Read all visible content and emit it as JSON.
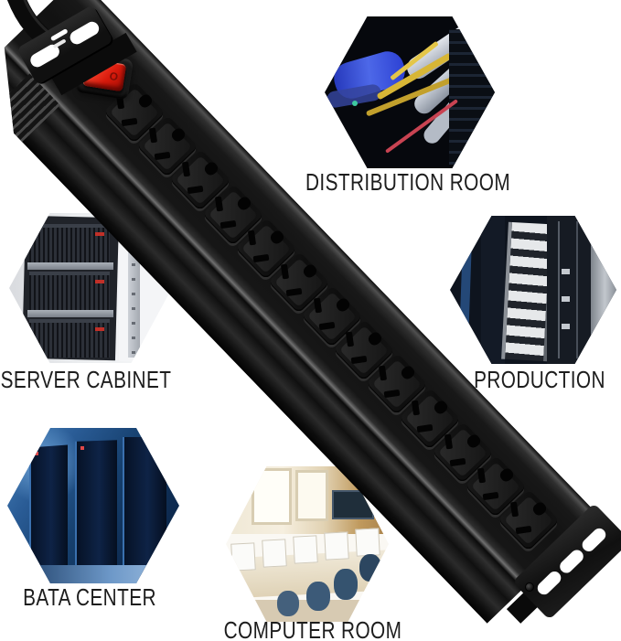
{
  "image_type": "product marketing collage",
  "product": {
    "name": "rack-mount power strip (PDU)",
    "outlets": {
      "count": 13,
      "style": "NEMA 5-15R"
    },
    "power_switch": {
      "symbols": [
        "‒",
        "O"
      ],
      "color_hex": "#e02a1a"
    },
    "mounting": {
      "top_bracket_holes": 2,
      "bottom_bracket_holes": 3
    }
  },
  "scenes": [
    {
      "id": "distribution-room",
      "label": "DISTRIBUTION ROOM"
    },
    {
      "id": "server-cabinet",
      "label": "SERVER CABINET"
    },
    {
      "id": "production",
      "label": "PRODUCTION"
    },
    {
      "id": "bata-center",
      "label": "BATA CENTER"
    },
    {
      "id": "computer-room",
      "label": "COMPUTER ROOM"
    }
  ],
  "colors": {
    "background": "#ffffff",
    "label_text": "#1d1d1d",
    "strip_black": "#141414",
    "switch_red": "#e02a1a",
    "cable_blue": "#2a3ed2",
    "cable_yellow": "#d7b636",
    "data_center_blue": "#16406e"
  }
}
